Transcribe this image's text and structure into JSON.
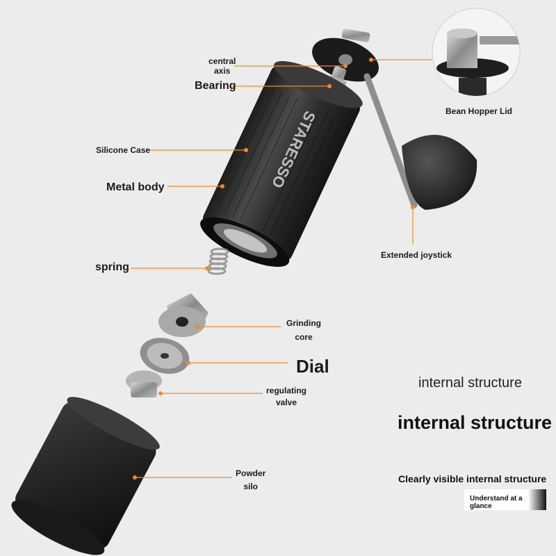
{
  "labels": {
    "central_axis": [
      "central",
      "axis"
    ],
    "bearing": "Bearing",
    "silicone_case": "Silicone Case",
    "metal_body": "Metal body",
    "spring": "spring",
    "grinding_core": [
      "Grinding",
      "core"
    ],
    "dial": "Dial",
    "regulating_valve": [
      "regulating",
      "valve"
    ],
    "powder_silo": [
      "Powder",
      "silo"
    ],
    "bean_hopper_lid": "Bean Hopper Lid",
    "extended_joystick": "Extended joystick"
  },
  "headings": {
    "light": "internal structure",
    "bold": "internal structure",
    "tagline": "Clearly visible internal structure",
    "badge": "Understand at a glance"
  },
  "branding": {
    "body_text": "STARESSO"
  },
  "colors": {
    "callout": "#f08a2a",
    "background": "#ececec",
    "metal_dark": "#2a2a2a"
  }
}
